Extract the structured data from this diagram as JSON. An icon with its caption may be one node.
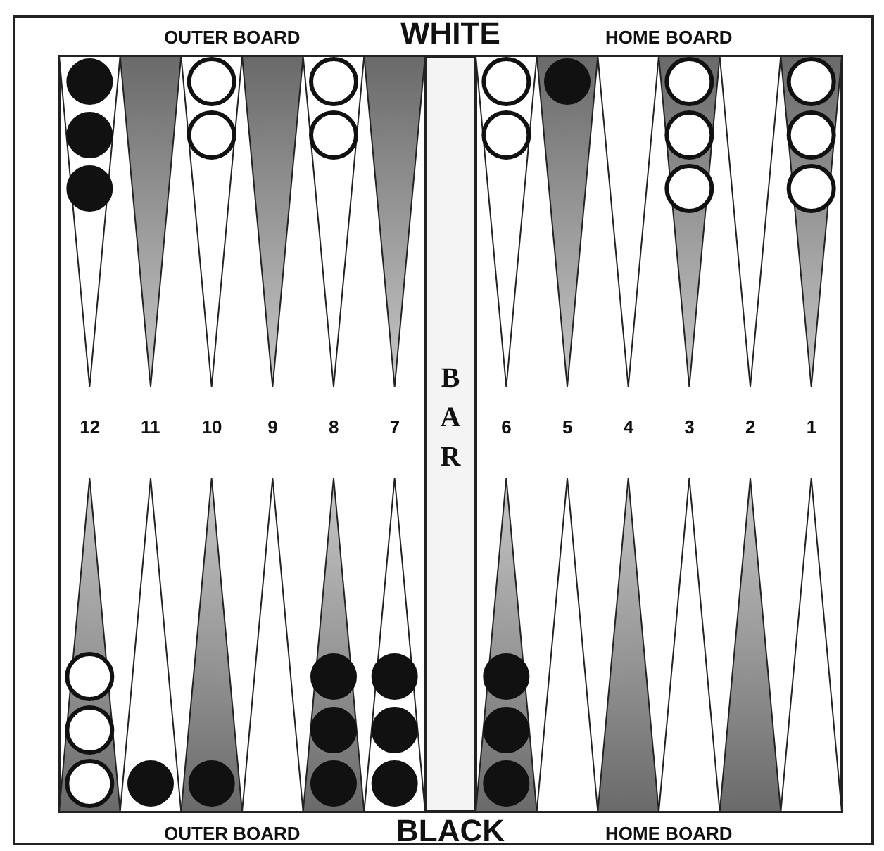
{
  "diagram": {
    "labels": [
      "OUTER BOARD",
      "WHITE",
      "HOME BOARD",
      "12",
      "11",
      "10",
      "9",
      "8",
      "7",
      "BAR",
      "6",
      "5",
      "4",
      "3",
      "2",
      "1",
      "OUTER BOARD",
      "BLACK",
      "HOME BOARD"
    ]
  }
}
